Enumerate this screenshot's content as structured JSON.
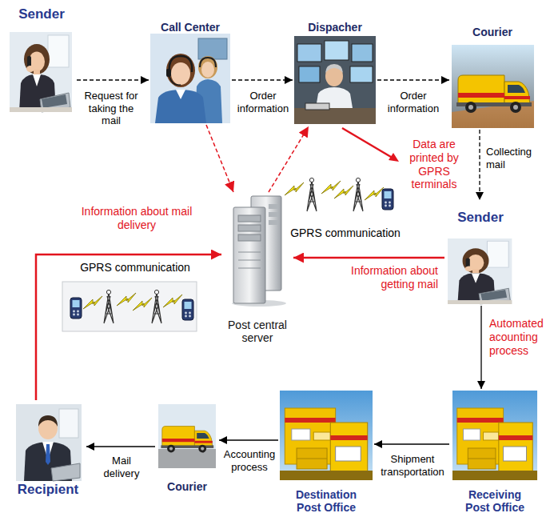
{
  "diagram": {
    "nodes": [
      {
        "text": [
          "Sender"
        ]
      },
      {
        "text": [
          "Call Center"
        ]
      },
      {
        "text": [
          "Dispacher"
        ]
      },
      {
        "text": [
          "Courier"
        ]
      },
      {
        "text": [
          "Sender"
        ]
      },
      {
        "text": [
          "Post central server"
        ]
      },
      {
        "text": [
          "Receiving Post Office"
        ]
      },
      {
        "text": [
          "Destination Post Office"
        ]
      },
      {
        "text": [
          "Courier"
        ]
      },
      {
        "text": [
          "Recipient"
        ]
      }
    ],
    "edges": [
      {
        "from": 0,
        "to": 1,
        "arrow": "to",
        "label": "Request for taking the mail"
      },
      {
        "from": 1,
        "to": 2,
        "arrow": "to",
        "label": "Order information"
      },
      {
        "from": 2,
        "to": 3,
        "arrow": "to",
        "label": "Order information"
      },
      {
        "from": 3,
        "to": 4,
        "arrow": "to",
        "label": "Collecting mail"
      },
      {
        "from": 1,
        "to": 5,
        "arrow": "to"
      },
      {
        "from": 5,
        "to": 2,
        "arrow": "to"
      },
      {
        "from": 4,
        "to": 5,
        "arrow": "to",
        "label": "Information about getting mail"
      },
      {
        "from": 4,
        "to": 6,
        "arrow": "to",
        "label": "Automated acounting process"
      },
      {
        "from": 6,
        "to": 7,
        "arrow": "to",
        "label": "Shipment transportation"
      },
      {
        "from": 7,
        "to": 8,
        "arrow": "to",
        "label": "Accounting process"
      },
      {
        "from": 8,
        "to": 9,
        "arrow": "to",
        "label": "Mail delivery"
      },
      {
        "from": 9,
        "to": 5,
        "arrow": "to",
        "label": "Information about mail delivery"
      }
    ],
    "labels": [
      "GPRS communication",
      "Data are printed by GPRS terminals",
      "GPRS communication"
    ]
  }
}
